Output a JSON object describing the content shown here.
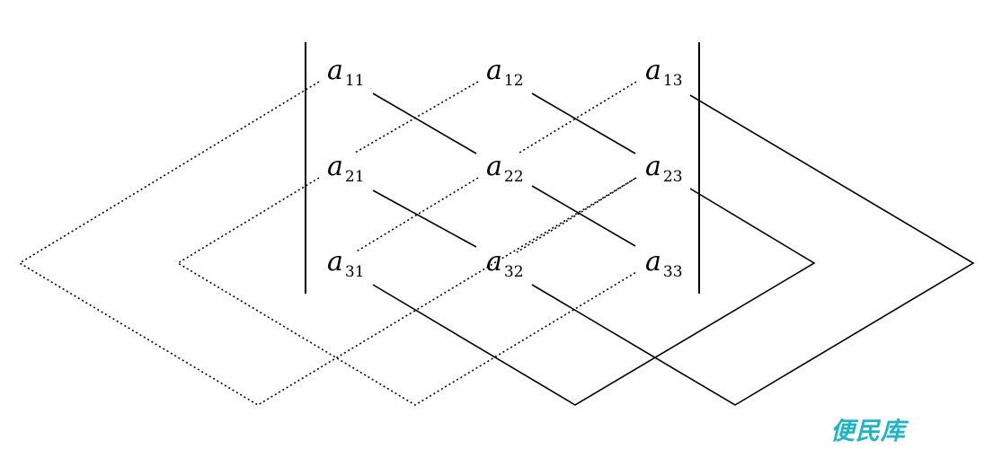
{
  "matrix": {
    "entries": [
      {
        "id": "a11",
        "row": 1,
        "col": 1,
        "symbol": "a",
        "subscript": "11"
      },
      {
        "id": "a12",
        "row": 1,
        "col": 2,
        "symbol": "a",
        "subscript": "12"
      },
      {
        "id": "a13",
        "row": 1,
        "col": 3,
        "symbol": "a",
        "subscript": "13"
      },
      {
        "id": "a21",
        "row": 2,
        "col": 1,
        "symbol": "a",
        "subscript": "21"
      },
      {
        "id": "a22",
        "row": 2,
        "col": 2,
        "symbol": "a",
        "subscript": "22"
      },
      {
        "id": "a23",
        "row": 2,
        "col": 3,
        "symbol": "a",
        "subscript": "23"
      },
      {
        "id": "a31",
        "row": 3,
        "col": 1,
        "symbol": "a",
        "subscript": "31"
      },
      {
        "id": "a32",
        "row": 3,
        "col": 2,
        "symbol": "a",
        "subscript": "32"
      },
      {
        "id": "a33",
        "row": 3,
        "col": 3,
        "symbol": "a",
        "subscript": "33"
      }
    ]
  },
  "watermark": {
    "text": "便民库",
    "color": "#1cb5c5"
  }
}
